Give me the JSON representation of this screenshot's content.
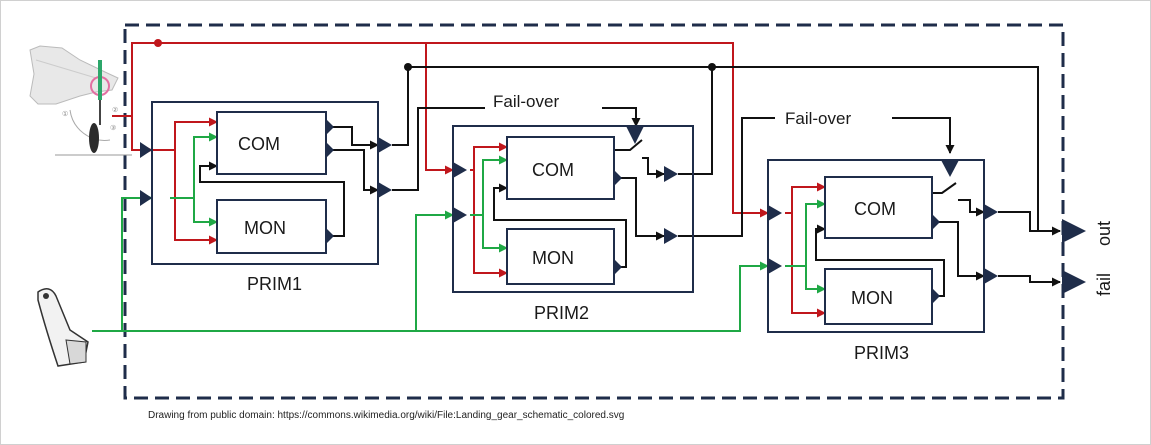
{
  "diagram": {
    "prim_units": [
      {
        "name": "PRIM1",
        "com": "COM",
        "mon": "MON"
      },
      {
        "name": "PRIM2",
        "com": "COM",
        "mon": "MON"
      },
      {
        "name": "PRIM3",
        "com": "COM",
        "mon": "MON"
      }
    ],
    "failover_labels": [
      "Fail-over",
      "Fail-over"
    ],
    "outputs": {
      "out": "out",
      "fail": "fail"
    },
    "credit": "Drawing from public domain: https://commons.wikimedia.org/wiki/File:Landing_gear_schematic_colored.svg",
    "colors": {
      "border": "#1f2d4a",
      "red_signal": "#c0171c",
      "green_signal": "#1fa845",
      "black_signal": "#111111"
    }
  }
}
